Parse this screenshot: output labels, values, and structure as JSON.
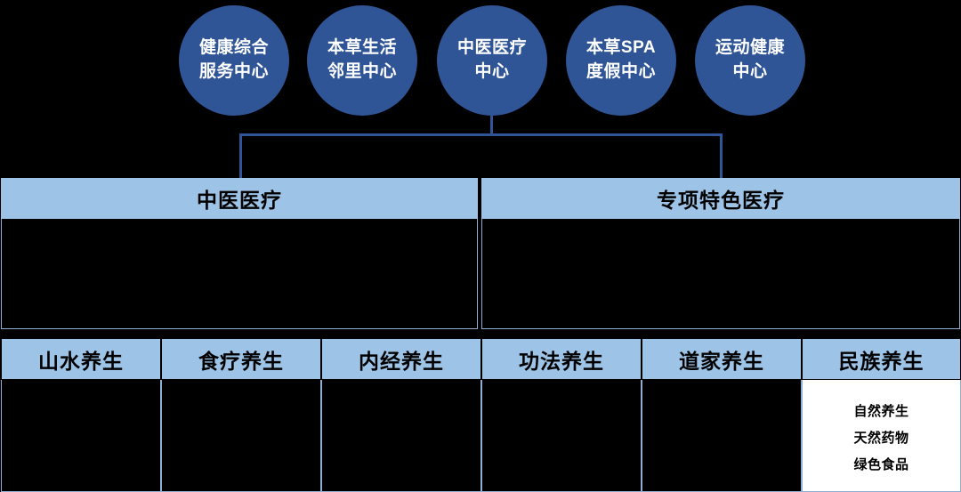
{
  "diagram": {
    "circles": [
      {
        "name": "health-comprehensive-service-center",
        "lines": [
          "健康综合",
          "服务中心"
        ]
      },
      {
        "name": "herbal-life-neighborhood-center",
        "lines": [
          "本草生活",
          "邻里中心"
        ]
      },
      {
        "name": "tcm-medical-center",
        "lines": [
          "中医医疗",
          "中心"
        ]
      },
      {
        "name": "herbal-spa-resort-center",
        "lines": [
          "本草SPA",
          "度假中心"
        ]
      },
      {
        "name": "sports-health-center",
        "lines": [
          "运动健康",
          "中心"
        ]
      }
    ],
    "mid_panels": [
      {
        "name": "tcm-medical",
        "title": "中医医疗",
        "items": []
      },
      {
        "name": "specialty-medical",
        "title": "专项特色医疗",
        "items": []
      }
    ],
    "bottom_columns": [
      {
        "name": "landscape-wellness",
        "title": "山水养生",
        "items": []
      },
      {
        "name": "diet-therapy-wellness",
        "title": "食疗养生",
        "items": []
      },
      {
        "name": "neijing-wellness",
        "title": "内经养生",
        "items": []
      },
      {
        "name": "gongfa-wellness",
        "title": "功法养生",
        "items": []
      },
      {
        "name": "taoist-wellness",
        "title": "道家养生",
        "items": []
      },
      {
        "name": "ethnic-wellness",
        "title": "民族养生",
        "items": [
          "自然养生",
          "天然药物",
          "绿色食品"
        ]
      }
    ],
    "colors": {
      "circle_fill": "#2f5597",
      "header_fill": "#9dc3e6",
      "connector": "#2f5597",
      "body_fill": "#000000",
      "panel_border": "#8faed0",
      "white_panel": "#ffffff"
    }
  }
}
